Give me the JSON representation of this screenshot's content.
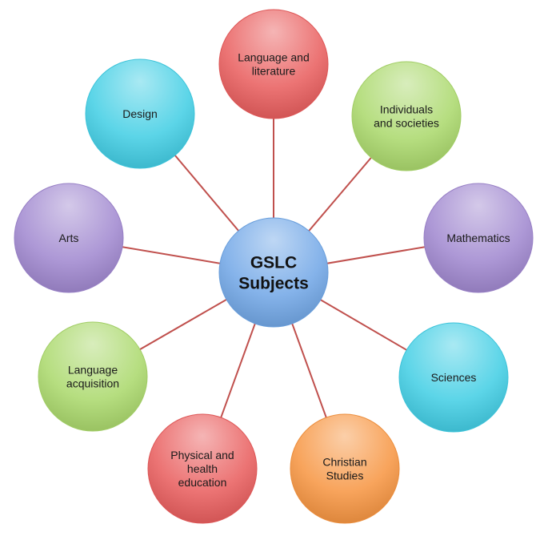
{
  "center": {
    "lines": [
      "GSLC",
      "Subjects"
    ],
    "color": "#6fa6e6"
  },
  "subjects": [
    {
      "lines": [
        "Language and",
        "literature"
      ],
      "color": "#e95b5b"
    },
    {
      "lines": [
        "Individuals",
        "and societies"
      ],
      "color": "#a9d86a"
    },
    {
      "lines": [
        "Mathematics"
      ],
      "color": "#9f86cf"
    },
    {
      "lines": [
        "Sciences"
      ],
      "color": "#3fcde4"
    },
    {
      "lines": [
        "Christian",
        "Studies"
      ],
      "color": "#f7943f"
    },
    {
      "lines": [
        "Physical and",
        "health",
        "education"
      ],
      "color": "#e95b5b"
    },
    {
      "lines": [
        "Language",
        "acquisition"
      ],
      "color": "#a9d86a"
    },
    {
      "lines": [
        "Arts"
      ],
      "color": "#9f86cf"
    },
    {
      "lines": [
        "Design"
      ],
      "color": "#3fcde4"
    }
  ],
  "connector_color": "#c0504d"
}
